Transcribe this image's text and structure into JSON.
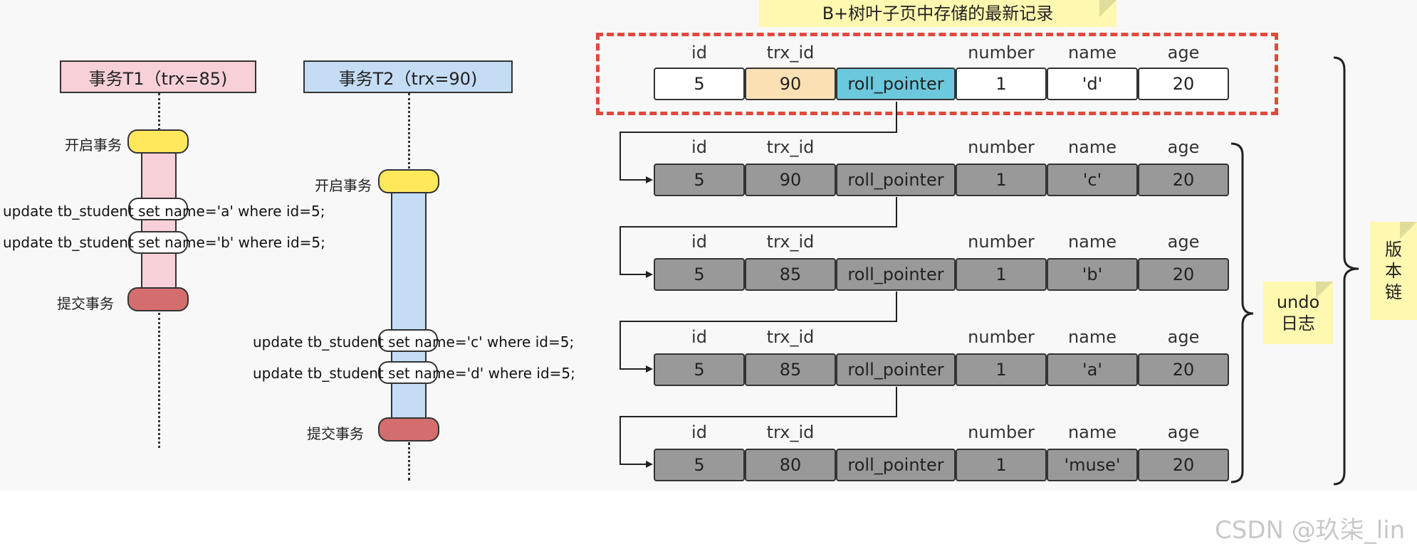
{
  "t1": {
    "title": "事务T1（trx=85)",
    "begin": "开启事务",
    "commit": "提交事务",
    "stmt1": "update tb_student set name='a' where id=5;",
    "stmt2": "update tb_student set name='b' where id=5;"
  },
  "t2": {
    "title": "事务T2（trx=90)",
    "begin": "开启事务",
    "commit": "提交事务",
    "stmt1": "update tb_student set name='c' where id=5;",
    "stmt2": "update tb_student set name='d' where id=5;"
  },
  "top_note": "B+树叶子页中存储的最新记录",
  "headers": {
    "id": "id",
    "trx_id": "trx_id",
    "number": "number",
    "name": "name",
    "age": "age"
  },
  "records": [
    {
      "id": "5",
      "trx_id": "90",
      "ptr": "roll_pointer",
      "number": "1",
      "name": "'d'",
      "age": "20"
    },
    {
      "id": "5",
      "trx_id": "90",
      "ptr": "roll_pointer",
      "number": "1",
      "name": "'c'",
      "age": "20"
    },
    {
      "id": "5",
      "trx_id": "85",
      "ptr": "roll_pointer",
      "number": "1",
      "name": "'b'",
      "age": "20"
    },
    {
      "id": "5",
      "trx_id": "85",
      "ptr": "roll_pointer",
      "number": "1",
      "name": "'a'",
      "age": "20"
    },
    {
      "id": "5",
      "trx_id": "80",
      "ptr": "roll_pointer",
      "number": "1",
      "name": "'muse'",
      "age": "20"
    }
  ],
  "undo_note": {
    "line1": "undo",
    "line2": "日志"
  },
  "version_note": {
    "c1": "版",
    "c2": "本",
    "c3": "链"
  },
  "watermark": "CSDN @玖柒_lin",
  "colors": {
    "t1_header": "#f8d0d8",
    "t2_header": "#c4dcf4",
    "begin": "#ffe85c",
    "commit": "#d46e6e",
    "trx_latest": "#fbe0b4",
    "ptr_latest": "#6cc8dc",
    "undo_cell": "#999999",
    "highlight_border": "#e04a3c"
  }
}
